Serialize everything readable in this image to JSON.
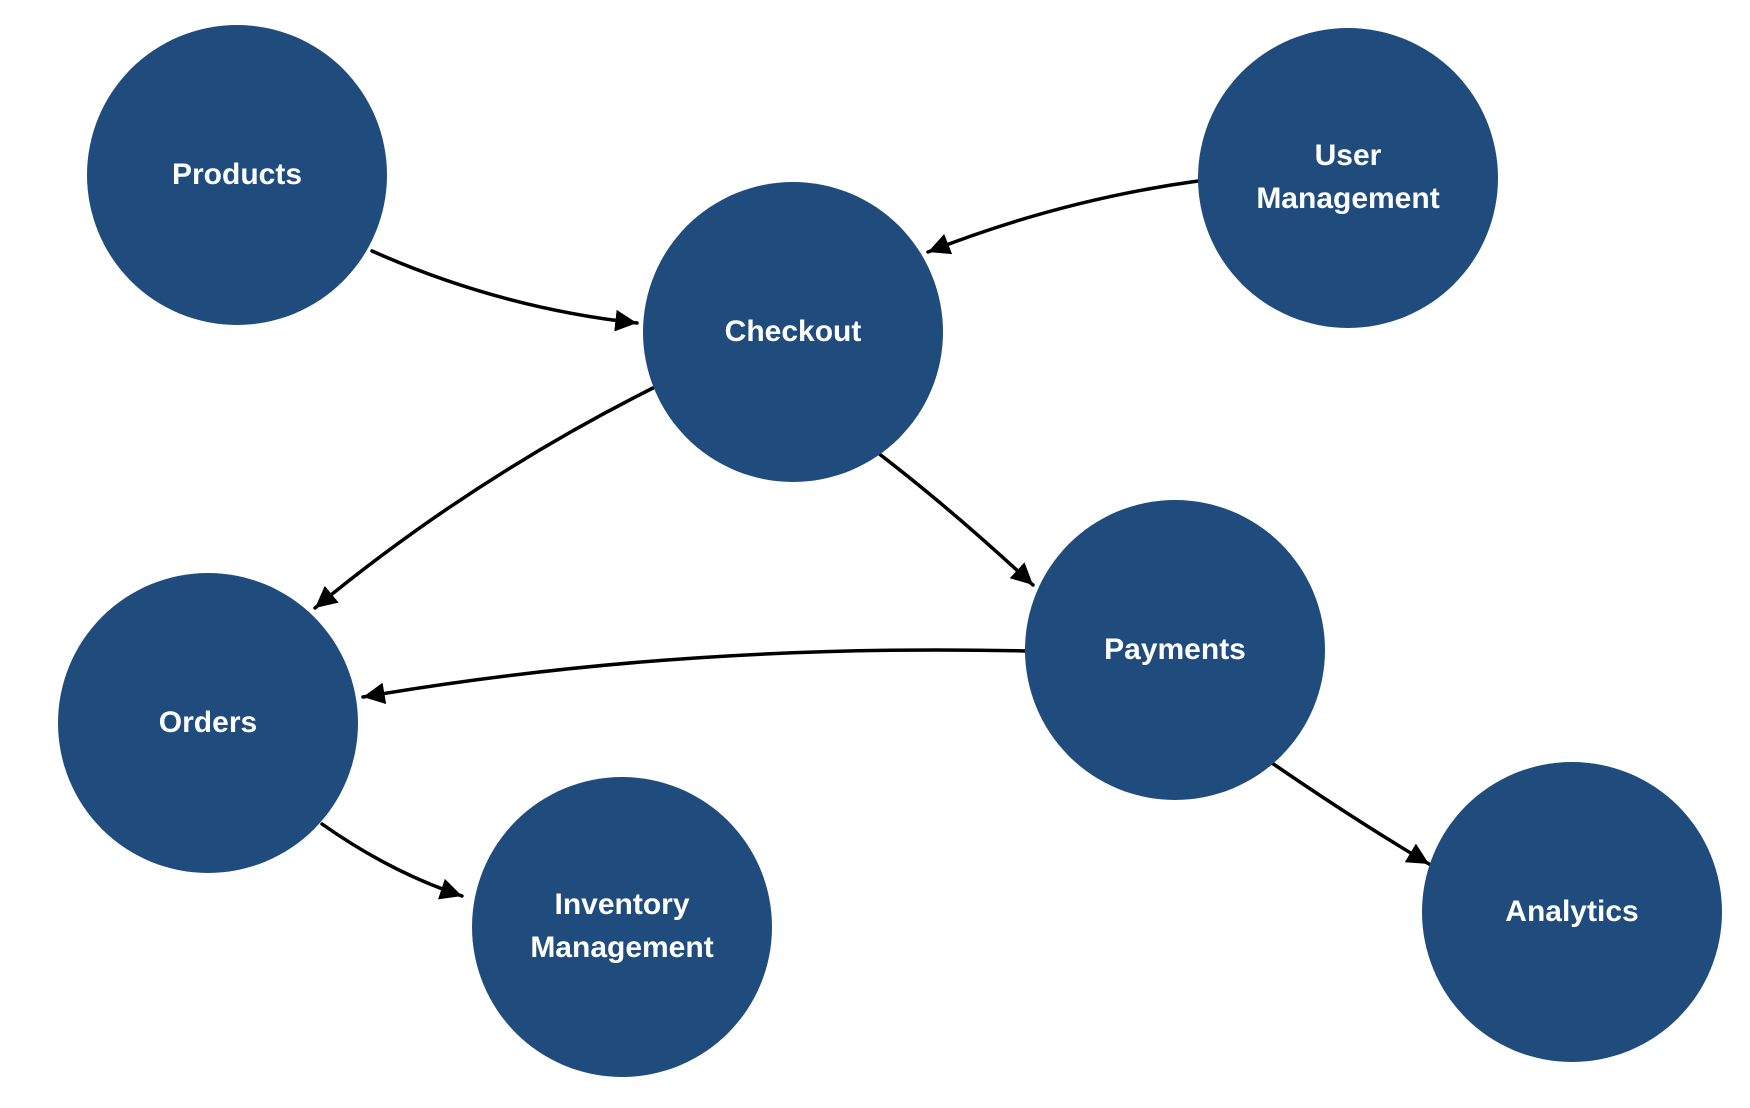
{
  "diagram": {
    "type": "directed-graph",
    "colors": {
      "background": "#ffffff",
      "node_fill": "#1f4c7d",
      "node_text": "#ffffff",
      "edge_color": "#000000"
    },
    "nodes": [
      {
        "id": "products",
        "label": "Products"
      },
      {
        "id": "checkout",
        "label": "Checkout"
      },
      {
        "id": "user-management",
        "label": "User Management"
      },
      {
        "id": "payments",
        "label": "Payments"
      },
      {
        "id": "orders",
        "label": "Orders"
      },
      {
        "id": "inventory-management",
        "label": "Inventory Management"
      },
      {
        "id": "analytics",
        "label": "Analytics"
      }
    ],
    "edges": [
      {
        "from": "products",
        "to": "checkout"
      },
      {
        "from": "user-management",
        "to": "checkout"
      },
      {
        "from": "checkout",
        "to": "orders"
      },
      {
        "from": "checkout",
        "to": "payments"
      },
      {
        "from": "payments",
        "to": "orders"
      },
      {
        "from": "orders",
        "to": "inventory-management"
      },
      {
        "from": "payments",
        "to": "analytics"
      }
    ]
  }
}
